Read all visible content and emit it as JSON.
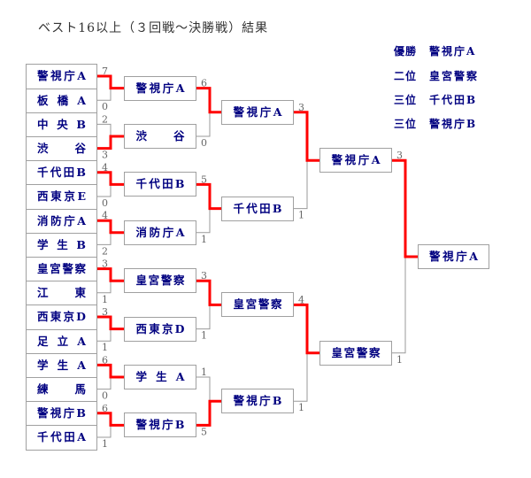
{
  "page": {
    "title": "ベスト16以上（３回戦～決勝戦）結果"
  },
  "standings": [
    {
      "rank": "優勝",
      "team": "警視庁A"
    },
    {
      "rank": "二位",
      "team": "皇宮警察"
    },
    {
      "rank": "三位",
      "team": "千代田B"
    },
    {
      "rank": "三位",
      "team": "警視庁B"
    }
  ],
  "colors": {
    "winner_line": "#ff0000",
    "bracket_line": "#999999",
    "team_text": "#000080",
    "score_text": "#666666",
    "box_border": "#a0a0a0",
    "title_text": "#333333"
  },
  "bracket": {
    "rounds": [
      {
        "matches": [
          {
            "teams": [
              {
                "name": "警視庁A",
                "score": "7"
              },
              {
                "name": "板橋A",
                "score": "0"
              }
            ],
            "winner": 0
          },
          {
            "teams": [
              {
                "name": "中央B",
                "score": "2"
              },
              {
                "name": "渋谷",
                "score": "3"
              }
            ],
            "winner": 1
          },
          {
            "teams": [
              {
                "name": "千代田B",
                "score": "4"
              },
              {
                "name": "西東京E",
                "score": "0"
              }
            ],
            "winner": 0
          },
          {
            "teams": [
              {
                "name": "消防庁A",
                "score": "4"
              },
              {
                "name": "学生B",
                "score": "2"
              }
            ],
            "winner": 0
          },
          {
            "teams": [
              {
                "name": "皇宮警察",
                "score": "3"
              },
              {
                "name": "江東",
                "score": "1"
              }
            ],
            "winner": 0
          },
          {
            "teams": [
              {
                "name": "西東京D",
                "score": "3"
              },
              {
                "name": "足立A",
                "score": "1"
              }
            ],
            "winner": 0
          },
          {
            "teams": [
              {
                "name": "学生A",
                "score": "6"
              },
              {
                "name": "練馬",
                "score": "0"
              }
            ],
            "winner": 0
          },
          {
            "teams": [
              {
                "name": "警視庁B",
                "score": "6"
              },
              {
                "name": "千代田A",
                "score": "1"
              }
            ],
            "winner": 0
          }
        ]
      },
      {
        "matches": [
          {
            "teams": [
              {
                "name": "警視庁A",
                "score": "6"
              },
              {
                "name": "渋谷",
                "score": "0"
              }
            ],
            "winner": 0
          },
          {
            "teams": [
              {
                "name": "千代田B",
                "score": "5"
              },
              {
                "name": "消防庁A",
                "score": "1"
              }
            ],
            "winner": 0
          },
          {
            "teams": [
              {
                "name": "皇宮警察",
                "score": "3"
              },
              {
                "name": "西東京D",
                "score": "1"
              }
            ],
            "winner": 0
          },
          {
            "teams": [
              {
                "name": "学生A",
                "score": "1"
              },
              {
                "name": "警視庁B",
                "score": "5"
              }
            ],
            "winner": 1
          }
        ]
      },
      {
        "matches": [
          {
            "teams": [
              {
                "name": "警視庁A",
                "score": "3"
              },
              {
                "name": "千代田B",
                "score": "1"
              }
            ],
            "winner": 0
          },
          {
            "teams": [
              {
                "name": "皇宮警察",
                "score": "4"
              },
              {
                "name": "警視庁B",
                "score": "1"
              }
            ],
            "winner": 0
          }
        ]
      },
      {
        "matches": [
          {
            "teams": [
              {
                "name": "警視庁A",
                "score": "3"
              },
              {
                "name": "皇宮警察",
                "score": "1"
              }
            ],
            "winner": 0
          }
        ]
      }
    ],
    "champion": "警視庁A"
  }
}
